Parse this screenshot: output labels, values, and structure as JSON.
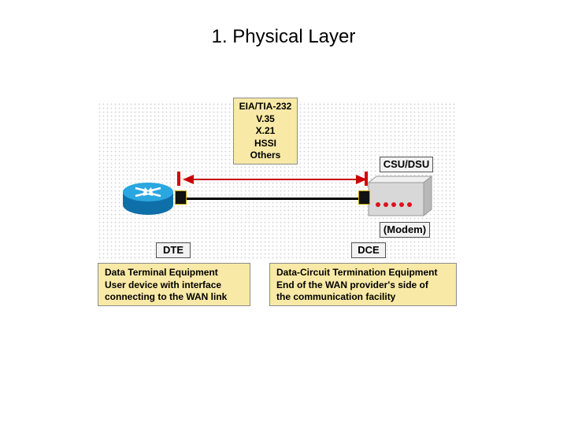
{
  "title": "1. Physical Layer",
  "protocols": [
    "EIA/TIA-232",
    "V.35",
    "X.21",
    "HSSI",
    "Others"
  ],
  "devices": {
    "csu_dsu_label": "CSU/DSU",
    "modem_label": "(Modem)",
    "dte_label": "DTE",
    "dce_label": "DCE"
  },
  "dte_description": [
    "Data Terminal Equipment",
    "User device with interface",
    "connecting to the WAN link"
  ],
  "dce_description": [
    "Data-Circuit Termination Equipment",
    "End of the WAN provider's side of",
    "the communication facility"
  ],
  "colors": {
    "label_fill": "#f8e9a6",
    "router_blue": "#1f9ad6",
    "arrow_red": "#c80000",
    "led_red": "#e01020"
  }
}
